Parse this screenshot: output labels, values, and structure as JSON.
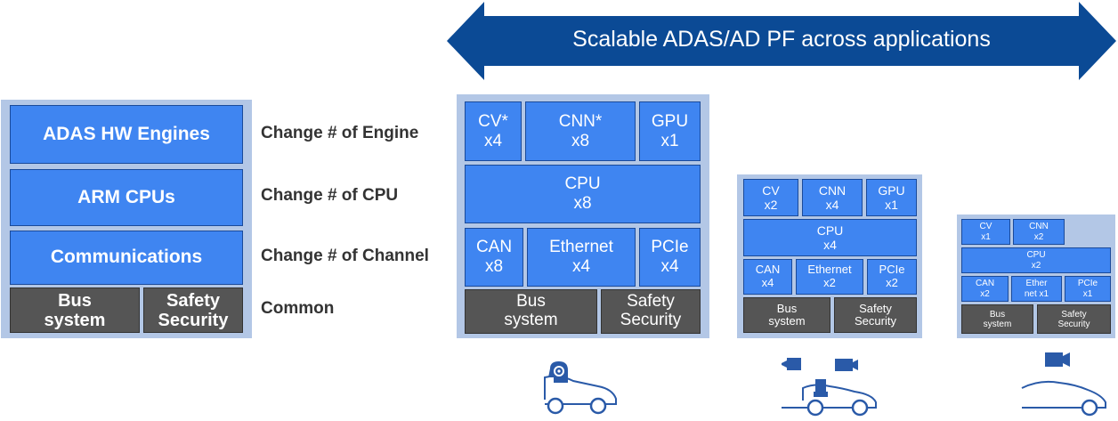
{
  "banner": {
    "title": "Scalable ADAS/AD PF across applications"
  },
  "colors": {
    "banner": "#0b4a95",
    "block": "#3f85f1",
    "panel": "#b3c7e6",
    "common": "#555555",
    "icon": "#2a5aa8"
  },
  "left_stack": {
    "engines": "ADAS HW Engines",
    "cpus": "ARM CPUs",
    "comms": "Communications",
    "bus_line1": "Bus",
    "bus_line2": "system",
    "safety_line1": "Safety",
    "safety_line2": "Security"
  },
  "labels": {
    "engine": "Change # of Engine",
    "cpu": "Change # of CPU",
    "channel": "Change # of Channel",
    "common": "Common"
  },
  "config_large": {
    "cv": [
      "CV*",
      "x4"
    ],
    "cnn": [
      "CNN*",
      "x8"
    ],
    "gpu": [
      "GPU",
      "x1"
    ],
    "cpu": [
      "CPU",
      "x8"
    ],
    "can": [
      "CAN",
      "x8"
    ],
    "eth": [
      "Ethernet",
      "x4"
    ],
    "pcie": [
      "PCIe",
      "x4"
    ],
    "bus": [
      "Bus",
      "system"
    ],
    "safety": [
      "Safety",
      "Security"
    ]
  },
  "config_medium": {
    "cv": [
      "CV",
      "x2"
    ],
    "cnn": [
      "CNN",
      "x4"
    ],
    "gpu": [
      "GPU",
      "x1"
    ],
    "cpu": [
      "CPU",
      "x4"
    ],
    "can": [
      "CAN",
      "x4"
    ],
    "eth": [
      "Ethernet",
      "x2"
    ],
    "pcie": [
      "PCIe",
      "x2"
    ],
    "bus": [
      "Bus",
      "system"
    ],
    "safety": [
      "Safety",
      "Security"
    ]
  },
  "config_small": {
    "cv": [
      "CV",
      "x1"
    ],
    "cnn": [
      "CNN",
      "x2"
    ],
    "cpu": [
      "CPU",
      "x2"
    ],
    "can": [
      "CAN",
      "x2"
    ],
    "eth": [
      "Ether",
      "net x1"
    ],
    "pcie": [
      "PCIe",
      "x1"
    ],
    "bus": [
      "Bus",
      "system"
    ],
    "safety": [
      "Safety",
      "Security"
    ]
  },
  "icons": {
    "large": "car-with-brain-icon",
    "medium": "car-with-cameras-icon",
    "small": "car-with-camera-icon"
  }
}
